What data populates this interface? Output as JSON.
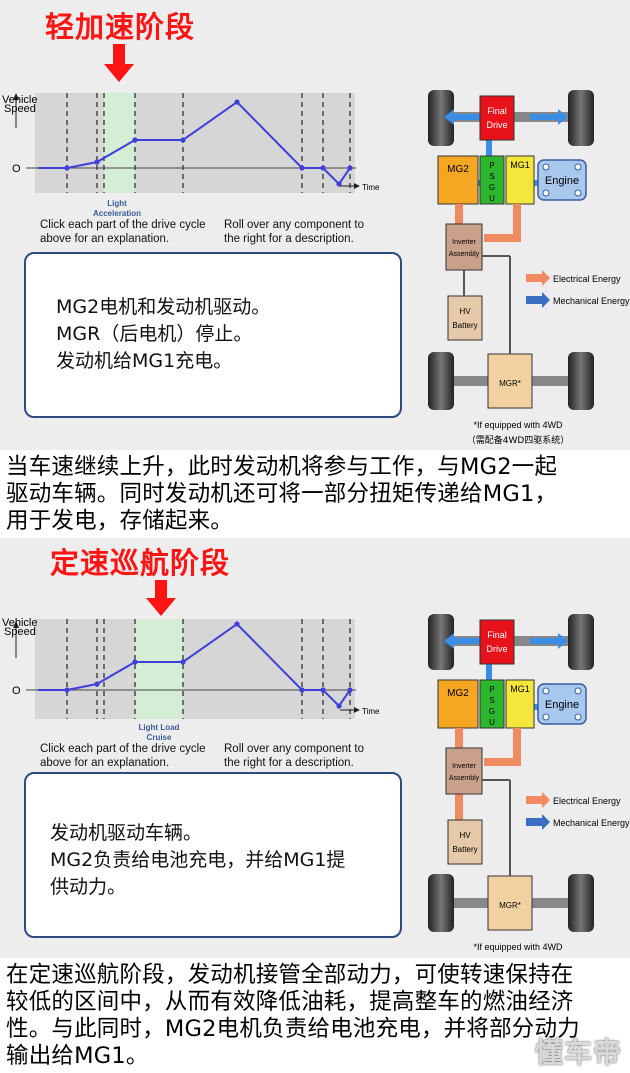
{
  "section1": {
    "title": "轻加速阶段",
    "chart": {
      "y_axis_label_line1": "Vehicle",
      "y_axis_label_line2": "Speed",
      "zero_label": "O",
      "x_axis_label": "Time",
      "highlight_label_line1": "Light",
      "highlight_label_line2": "Acceleration"
    },
    "hint_left_line1": "Click each part of the drive cycle",
    "hint_left_line2": "above for an explanation.",
    "hint_right_line1": "Roll over any component to",
    "hint_right_line2": "the right for a description.",
    "textbox_lines": [
      "MG2电机和发动机驱动。",
      "MGR（后电机）停止。",
      "发动机给MG1充电。"
    ],
    "drivetrain": {
      "final_drive_line1": "Final",
      "final_drive_line2": "Drive",
      "mg2": "MG2",
      "psgu": [
        "P",
        "S",
        "G",
        "U"
      ],
      "mg1": "MG1",
      "engine": "Engine",
      "inverter_line1": "Inverter",
      "inverter_line2": "Assembly",
      "hv_line1": "HV",
      "hv_line2": "Battery",
      "mgr": "MGR*",
      "legend_electrical": "Electrical Energy",
      "legend_mechanical": "Mechanical Energy",
      "footnote": "*If equipped with 4WD",
      "footnote_cn": "（需配备4WD四驱系统）"
    },
    "paragraph_lines": [
      "当车速继续上升，此时发动机将参与工作，与MG2一起",
      "驱动车辆。同时发动机还可将一部分扭矩传递给MG1，",
      "用于发电，存储起来。"
    ]
  },
  "section2": {
    "title": "定速巡航阶段",
    "chart": {
      "y_axis_label_line1": "Vehicle",
      "y_axis_label_line2": "Speed",
      "zero_label": "O",
      "x_axis_label": "Time",
      "highlight_label_line1": "Light Load",
      "highlight_label_line2": "Cruise"
    },
    "hint_left_line1": "Click each part of the drive cycle",
    "hint_left_line2": "above for an explanation.",
    "hint_right_line1": "Roll over any component to",
    "hint_right_line2": "the right for a description.",
    "textbox_lines": [
      "发动机驱动车辆。",
      "MG2负责给电池充电，并给MG1提",
      "供动力。"
    ],
    "drivetrain": {
      "final_drive_line1": "Final",
      "final_drive_line2": "Drive",
      "mg2": "MG2",
      "psgu": [
        "P",
        "S",
        "G",
        "U"
      ],
      "mg1": "MG1",
      "engine": "Engine",
      "inverter_line1": "Inverter",
      "inverter_line2": "Assembly",
      "hv_line1": "HV",
      "hv_line2": "Battery",
      "mgr": "MGR*",
      "legend_electrical": "Electrical Energy",
      "legend_mechanical": "Mechanical Energy",
      "footnote": "*If equipped with 4WD"
    },
    "paragraph_lines": [
      "在定速巡航阶段，发动机接管全部动力，可使转速保持在",
      "较低的区间中，从而有效降低油耗，提高整车的燃油经济",
      "性。与此同时，MG2电机负责给电池充电，并将部分动力",
      "输出给MG1。"
    ]
  },
  "watermark": "懂车帝",
  "colors": {
    "title_red": "#ff1414",
    "line_blue": "#3f3fd9",
    "highlight_green": "#d5ecd5",
    "textbox_border": "#2f4a80",
    "final_drive": "#e8121a",
    "mg2": "#f5a623",
    "psgu": "#2db52d",
    "mg1": "#f5e63b",
    "engine": "#a8c8ee",
    "inverter": "#c9a08a",
    "hv": "#e5c9a8",
    "mgr": "#f1d1a0"
  }
}
